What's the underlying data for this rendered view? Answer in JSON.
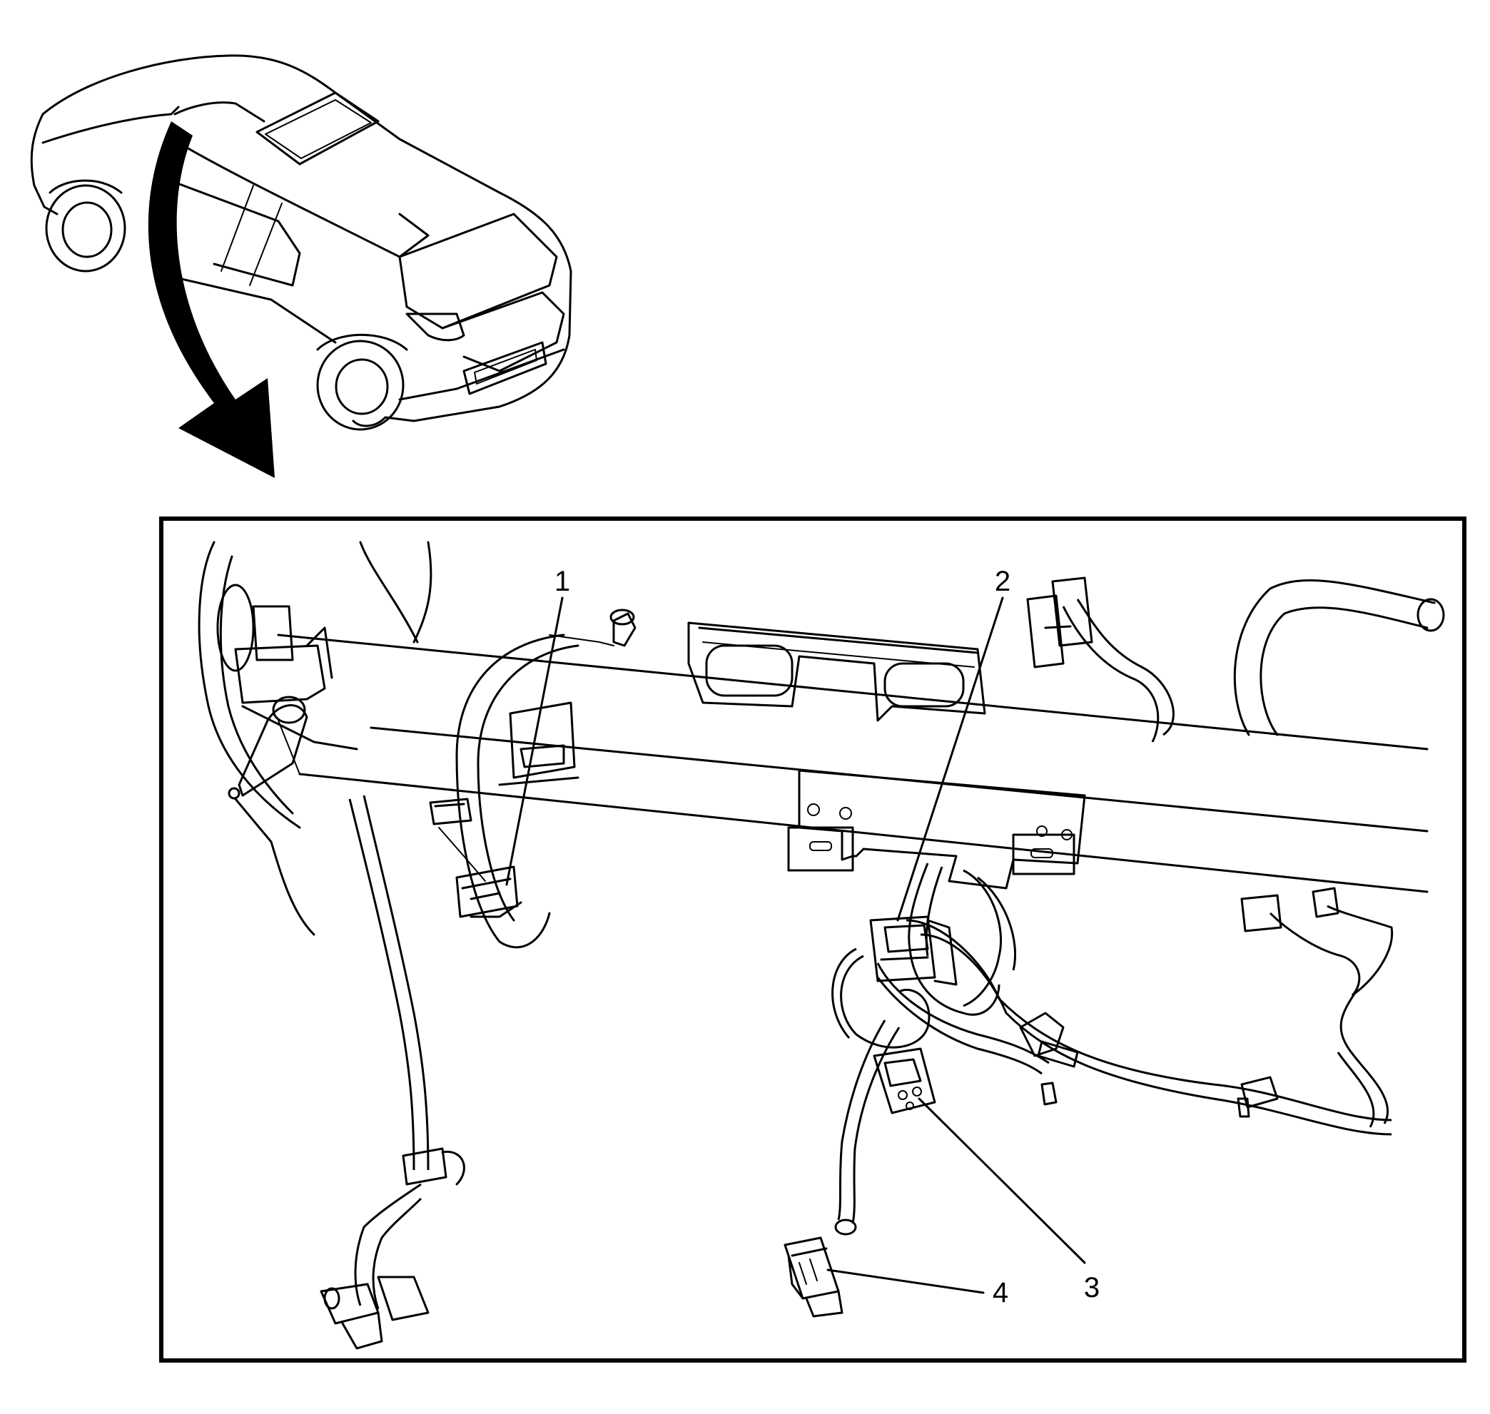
{
  "diagram": {
    "callouts": [
      {
        "id": "1",
        "label": "1"
      },
      {
        "id": "2",
        "label": "2"
      },
      {
        "id": "3",
        "label": "3"
      },
      {
        "id": "4",
        "label": "4"
      }
    ],
    "colors": {
      "ink": "#000000",
      "paper": "#ffffff"
    },
    "icons": [
      "vehicle-outline-icon",
      "location-arrow-icon"
    ]
  }
}
